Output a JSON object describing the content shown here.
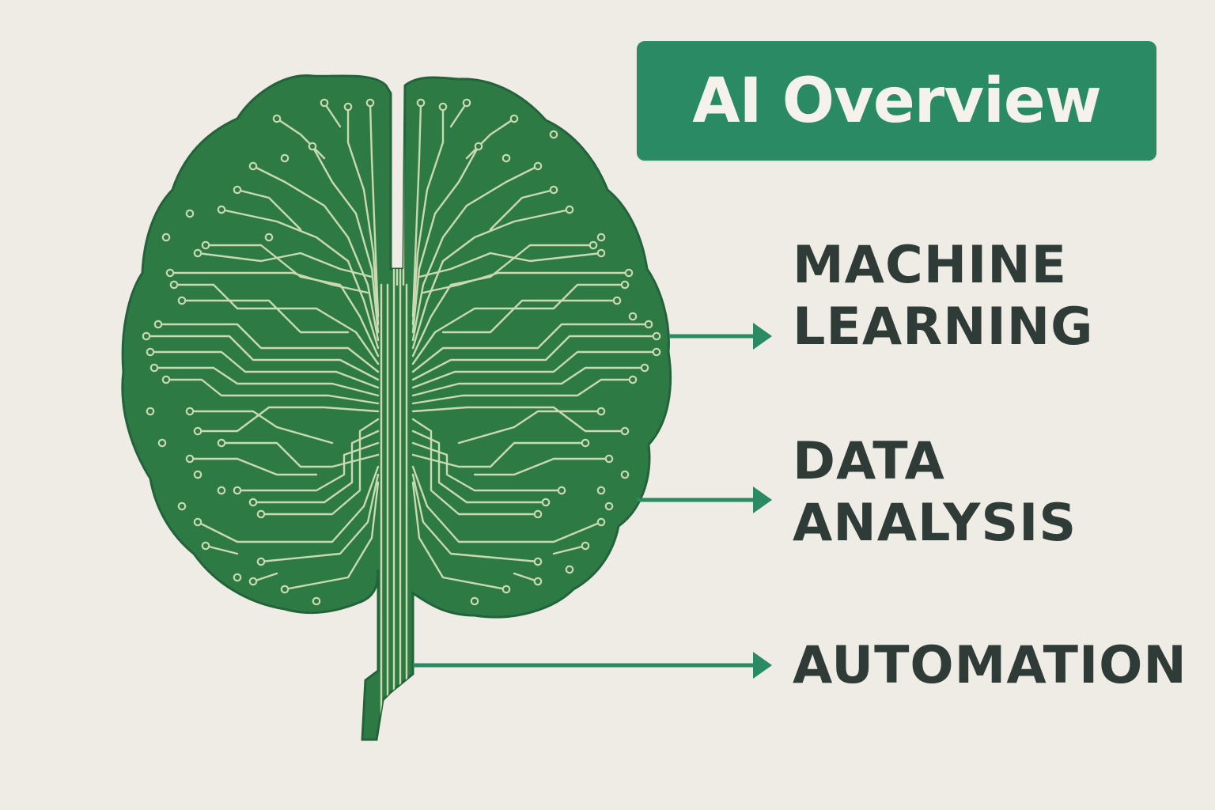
{
  "title": "AI Overview",
  "labels": {
    "machine_learning": [
      "MACHINE",
      "LEARNING"
    ],
    "data_analysis": [
      "DATA",
      "ANALYSIS"
    ],
    "automation": [
      "AUTOMATION"
    ]
  },
  "icons": {
    "brain": "circuit-board-brain-icon",
    "arrow": "arrow-right-icon"
  },
  "colors": {
    "background": "#efece5",
    "accent": "#2a8a63",
    "brain": "#2e7a45",
    "trace": "#c9d9b0",
    "text": "#2f3b37"
  }
}
